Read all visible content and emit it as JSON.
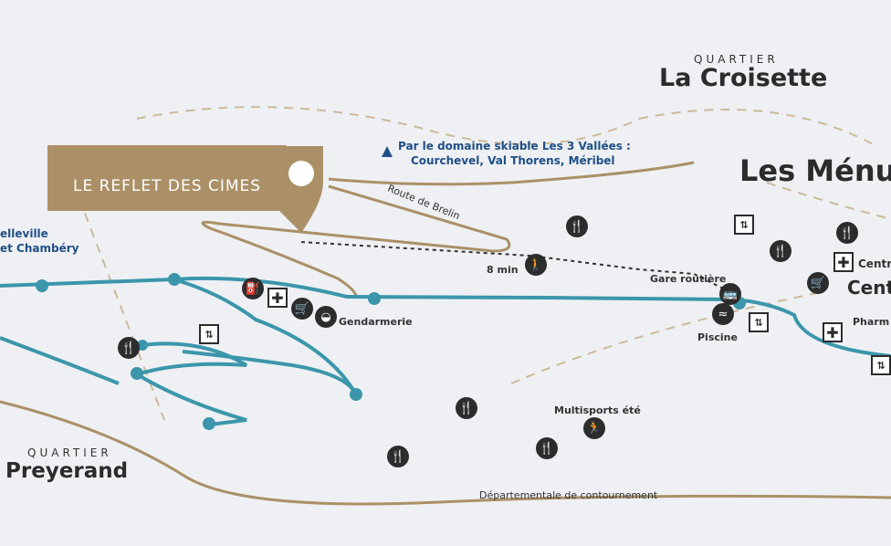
{
  "brand": {
    "name": "LE REFLET DES CIMES"
  },
  "colors": {
    "route": "#3b96ab",
    "road": "#ab9067",
    "brand": "#ab9067",
    "label_blue": "#1f4f86"
  },
  "labels": {
    "croisette_quartier": "QUARTIER",
    "croisette": "La Croisette",
    "menuires": "Les Ménu",
    "centre1": "Centr",
    "centre2": "Cent",
    "pharmacie": "Pharm",
    "gare": "Gare routière",
    "piscine": "Piscine",
    "multisports": "Multisports été",
    "departementale": "Départementale de contournement",
    "preyerand_quartier": "QUARTIER",
    "preyerand": "Preyerand",
    "gendarmerie": "Gendarmerie",
    "walk_time": "8 min",
    "route_brelin": "Route de Brelin",
    "belleville": "elleville",
    "chambery": "et Chambéry",
    "domaine1": "Par le domaine skiable Les 3 Vallées :",
    "domaine2": "Courchevel, Val Thorens, Méribel"
  },
  "icons": {
    "restaurant": "restaurant-icon",
    "pharmacy": "pharmacy-icon",
    "cart": "shopping-cart-icon",
    "police": "gendarmerie-icon",
    "fuel": "fuel-icon",
    "lift": "lift-icon",
    "bus": "bus-icon",
    "pool": "pool-icon",
    "walk": "walking-icon",
    "sport": "sport-icon",
    "mountain": "mountain-icon",
    "pin": "location-pin-icon"
  }
}
